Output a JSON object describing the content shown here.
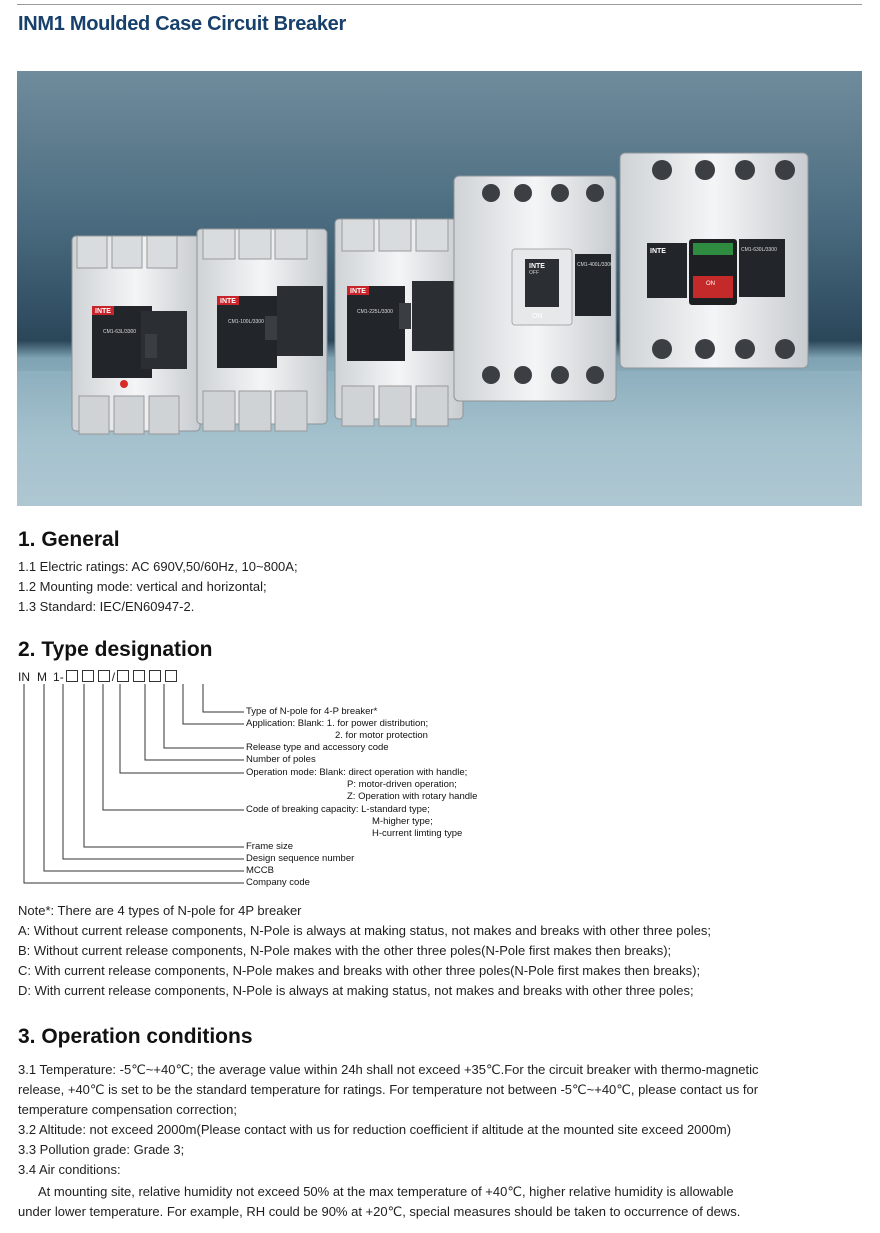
{
  "header": {
    "title": "INM1 Moulded Case Circuit Breaker"
  },
  "photo": {
    "label_brand": "INTE",
    "breakers": [
      {
        "model": "CM1-63L/3300"
      },
      {
        "model": "CM1-100L/3300"
      },
      {
        "model": "CM1-225L/3300"
      },
      {
        "model": "CM1-400L/3300"
      },
      {
        "model": "CM1-630L/3300"
      }
    ],
    "on_text": "ON",
    "off_text": "OFF"
  },
  "general": {
    "heading": "1. General",
    "items": [
      "1.1 Electric ratings: AC 690V,50/60Hz, 10~800A;",
      "1.2 Mounting mode: vertical and horizontal;",
      "1.3 Standard: IEC/EN60947-2."
    ]
  },
  "type_designation": {
    "heading": "2. Type designation",
    "code_parts": {
      "in": "IN",
      "m": "M",
      "one": "1",
      "dash": "-",
      "slash": "/"
    },
    "labels": [
      "Type of N-pole for 4-P breaker*",
      "Application: Blank: 1. for power distribution;",
      "2. for motor protection",
      "Release type and accessory code",
      "Number of poles",
      "Operation mode: Blank: direct operation with handle;",
      "P: motor-driven operation;",
      "Z: Operation with rotary handle",
      "Code of breaking capacity: L-standard type;",
      "M-higher type;",
      "H-current limting type",
      "Frame size",
      "Design sequence number",
      "MCCB",
      "Company code"
    ],
    "note_title": "Note*: There are 4 types of N-pole for 4P breaker",
    "notes": [
      "A: Without current release components, N-Pole is always at making status, not makes and breaks with other three poles;",
      "B: Without current release components, N-Pole makes with the other three poles(N-Pole first makes then breaks);",
      "C: With current release components, N-Pole makes and breaks with other three poles(N-Pole first makes then breaks);",
      "D: With current release components, N-Pole is always at making status, not makes and breaks with other three poles;"
    ]
  },
  "operation": {
    "heading": "3. Operation conditions",
    "lines": [
      "3.1 Temperature: -5℃~+40℃; the average value within 24h shall not exceed +35℃.For the circuit breaker with thermo-magnetic",
      "release, +40℃ is set to be the standard temperature for ratings. For temperature not between -5℃~+40℃, please contact us for",
      "temperature compensation correction;",
      "3.2 Altitude: not exceed 2000m(Please contact with us for reduction coefficient if altitude at the mounted site exceed 2000m)",
      "3.3 Pollution grade: Grade 3;",
      "3.4 Air conditions:",
      "At mounting site, relative humidity not exceed 50% at the max temperature of +40℃, higher relative humidity is allowable",
      "under lower temperature. For example, RH could be 90% at +20℃, special measures should be taken to occurrence of dews."
    ]
  }
}
